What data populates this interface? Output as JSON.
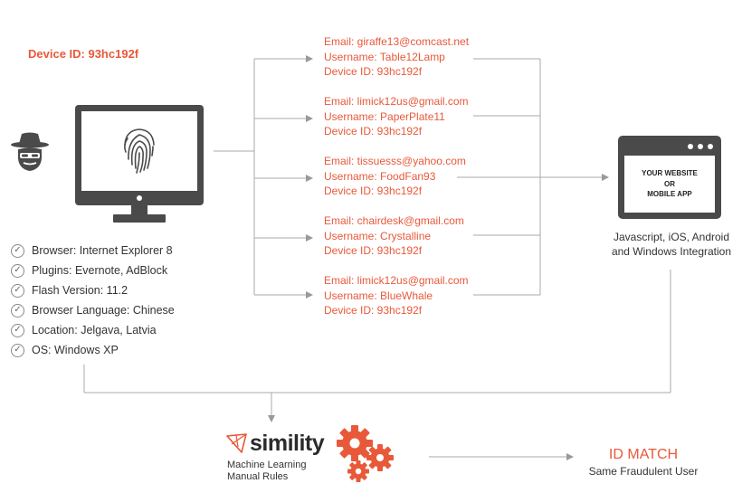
{
  "device_id_label": "Device ID: 93hc192f",
  "accounts": [
    {
      "email": "Email: giraffe13@comcast.net",
      "username": "Username: Table12Lamp",
      "device": "Device ID: 93hc192f"
    },
    {
      "email": "Email: limick12us@gmail.com",
      "username": "Username: PaperPlate11",
      "device": "Device ID: 93hc192f"
    },
    {
      "email": "Email: tissuesss@yahoo.com",
      "username": "Username: FoodFan93",
      "device": "Device ID: 93hc192f"
    },
    {
      "email": "Email: chairdesk@gmail.com",
      "username": "Username: Crystalline",
      "device": "Device ID: 93hc192f"
    },
    {
      "email": "Email: limick12us@gmail.com",
      "username": "Username: BlueWhale",
      "device": "Device ID: 93hc192f"
    }
  ],
  "device_attributes": [
    "Browser: Internet Explorer 8",
    "Plugins: Evernote, AdBlock",
    "Flash Version: 11.2",
    "Browser Language: Chinese",
    "Location: Jelgava, Latvia",
    "OS: Windows XP"
  ],
  "website_box": {
    "line1": "YOUR WEBSITE",
    "line2": "OR",
    "line3": "MOBILE APP"
  },
  "integration": {
    "line1": "Javascript, iOS, Android",
    "line2": "and Windows Integration"
  },
  "simility": {
    "logo_text": "simility",
    "line1": "Machine Learning",
    "line2": "Manual Rules"
  },
  "result": {
    "title": "ID MATCH",
    "subtitle": "Same Fraudulent User"
  },
  "colors": {
    "accent": "#e8593a",
    "icon_dark": "#4a4a4a",
    "line": "#aaaaaa"
  },
  "icons": [
    "spy-icon",
    "monitor-icon",
    "fingerprint-icon",
    "browser-window-icon",
    "simility-logo-icon",
    "gears-icon"
  ]
}
